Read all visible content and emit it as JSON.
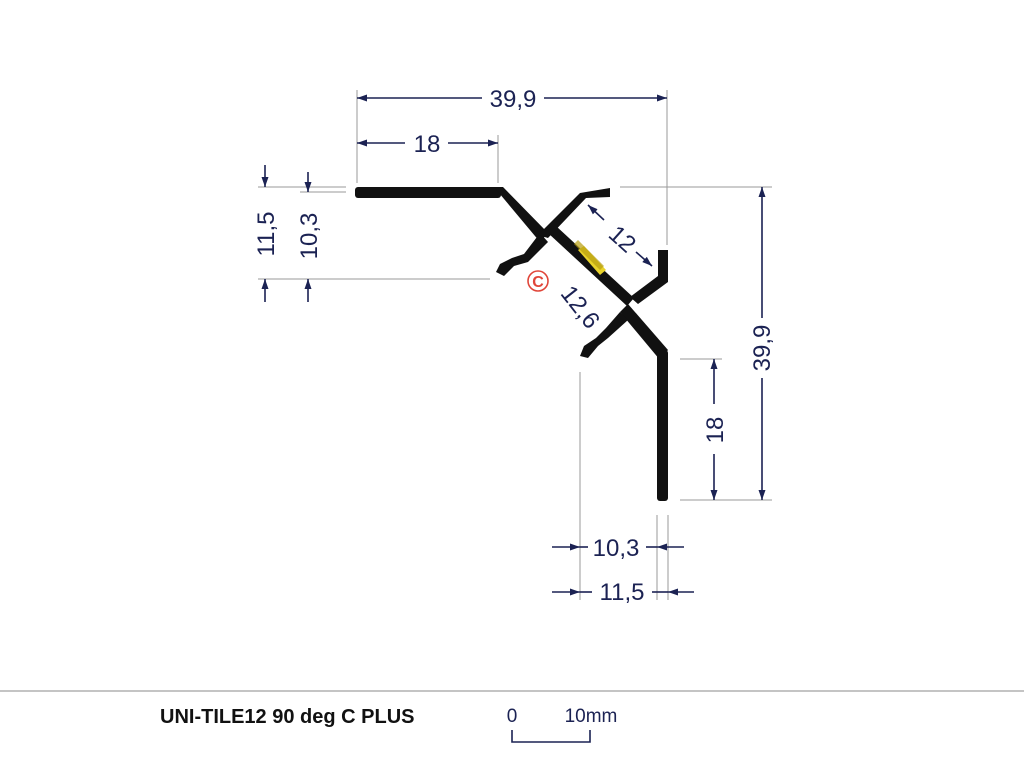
{
  "product": {
    "name": "UNI-TILE12 90 deg C PLUS"
  },
  "scale_bar": {
    "start_label": "0",
    "end_label": "10mm"
  },
  "dimensions": {
    "top_overall": "39,9",
    "top_flange": "18",
    "left_outer": "11,5",
    "left_inner": "10,3",
    "led_width": "12",
    "diagonal": "12,6",
    "right_overall": "39,9",
    "right_flange": "18",
    "bottom_inner": "10,3",
    "bottom_outer": "11,5"
  },
  "badge": {
    "letter": "C"
  },
  "colors": {
    "profile": "#111111",
    "dimension": "#1b2253",
    "extension": "#9a9a9a",
    "led_strip": "#e8d22a",
    "badge_ring": "#e0463a"
  }
}
